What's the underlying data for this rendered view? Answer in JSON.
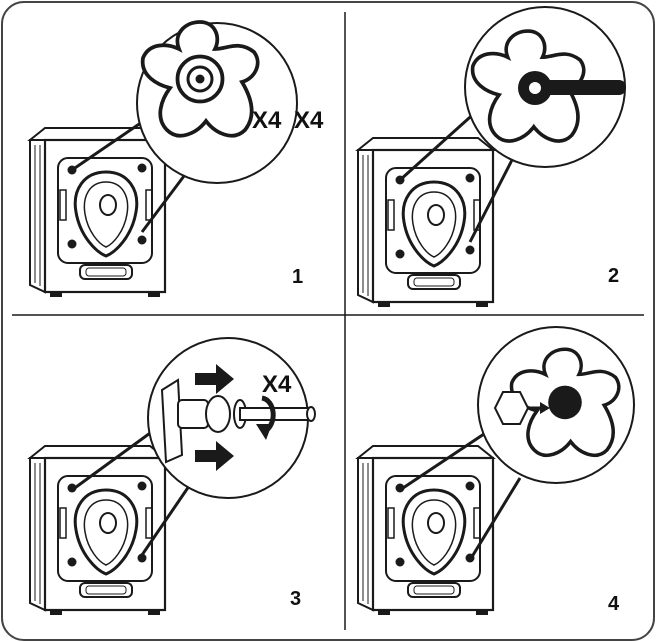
{
  "steps": [
    {
      "number": "1",
      "multipliers": [
        "X4",
        "X4"
      ]
    },
    {
      "number": "2"
    },
    {
      "number": "3",
      "multiplier": "X4"
    },
    {
      "number": "4"
    }
  ],
  "colors": {
    "ink": "#1a1a1a",
    "border": "#444444",
    "background": "#ffffff"
  },
  "icons": [
    "washing-machine-icon",
    "transit-bolt-icon",
    "spanner-icon",
    "arrow-right-icon",
    "rotate-arrow-icon",
    "plug-cap-icon"
  ]
}
